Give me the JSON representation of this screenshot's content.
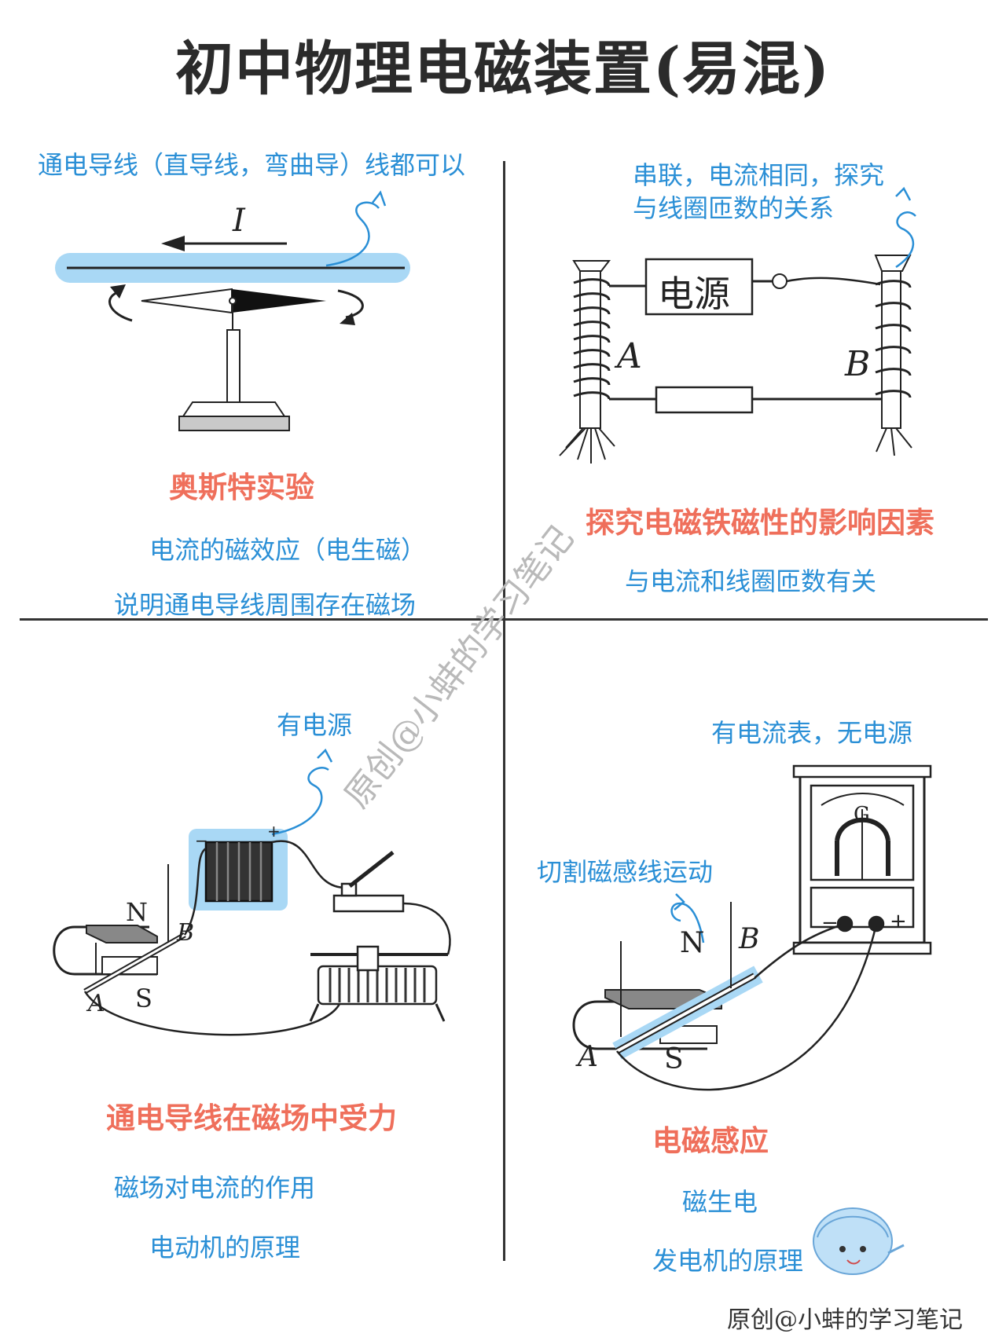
{
  "title": "初中物理电磁装置(易混)",
  "quadrants": {
    "oersted": {
      "note": "通电导线（直导线，弯曲导）线都可以",
      "current_symbol": "I",
      "name": "奥斯特实验",
      "desc1": "电流的磁效应（电生磁）",
      "desc2": "说明通电导线周围存在磁场"
    },
    "electromagnet": {
      "note_line1": "串联，电流相同，探究",
      "note_line2": "与线圈匝数的关系",
      "power_label": "电源",
      "label_a": "A",
      "label_b": "B",
      "name": "探究电磁铁磁性的影响因素",
      "desc": "与电流和线圈匝数有关"
    },
    "motor": {
      "note": "有电源",
      "label_n": "N",
      "label_s": "S",
      "label_a": "A",
      "label_b": "B",
      "battery_minus": "−",
      "battery_plus": "+",
      "name": "通电导线在磁场中受力",
      "desc1": "磁场对电流的作用",
      "desc2": "电动机的原理"
    },
    "induction": {
      "note1": "有电流表，无电源",
      "note2": "切割磁感线运动",
      "meter_label": "G",
      "meter_minus": "−",
      "meter_plus": "+",
      "label_n": "N",
      "label_s": "S",
      "label_a": "A",
      "label_b": "B",
      "name": "电磁感应",
      "desc1": "磁生电",
      "desc2": "发电机的原理"
    }
  },
  "watermark": "原创@小蚌的学习笔记",
  "credit": "原创@小蚌的学习笔记",
  "colors": {
    "note": "#2a8fd6",
    "name": "#ef6f5b",
    "highlight": "#a9d8f5",
    "line": "#222222"
  }
}
